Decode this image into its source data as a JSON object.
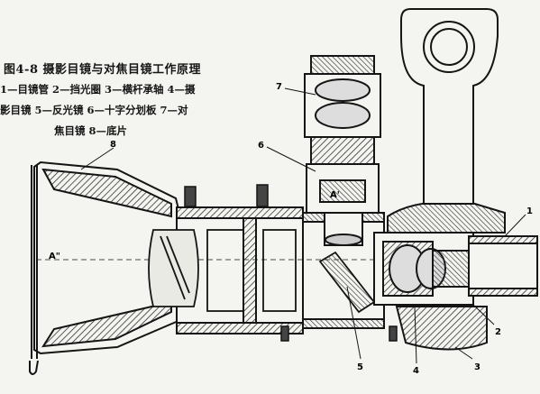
{
  "figure": {
    "title": "图4-8  摄影目镜与对焦目镜工作原理",
    "legend_lines": [
      "1—目镜管   2—挡光圈   3—横杆承轴   4—摄",
      "影目镜  5—反光镜    6—十字分划板   7—对",
      "焦目镜    8—底片"
    ]
  },
  "callouts": {
    "c1": "1",
    "c2": "2",
    "c3": "3",
    "c4": "4",
    "c5": "5",
    "c6": "6",
    "c7": "7",
    "c8": "8",
    "a_prime_1": "A'",
    "a_prime_2": "A\""
  },
  "colors": {
    "ink": "#151515",
    "paper": "#f4f4f0",
    "hatch": "#333333"
  }
}
